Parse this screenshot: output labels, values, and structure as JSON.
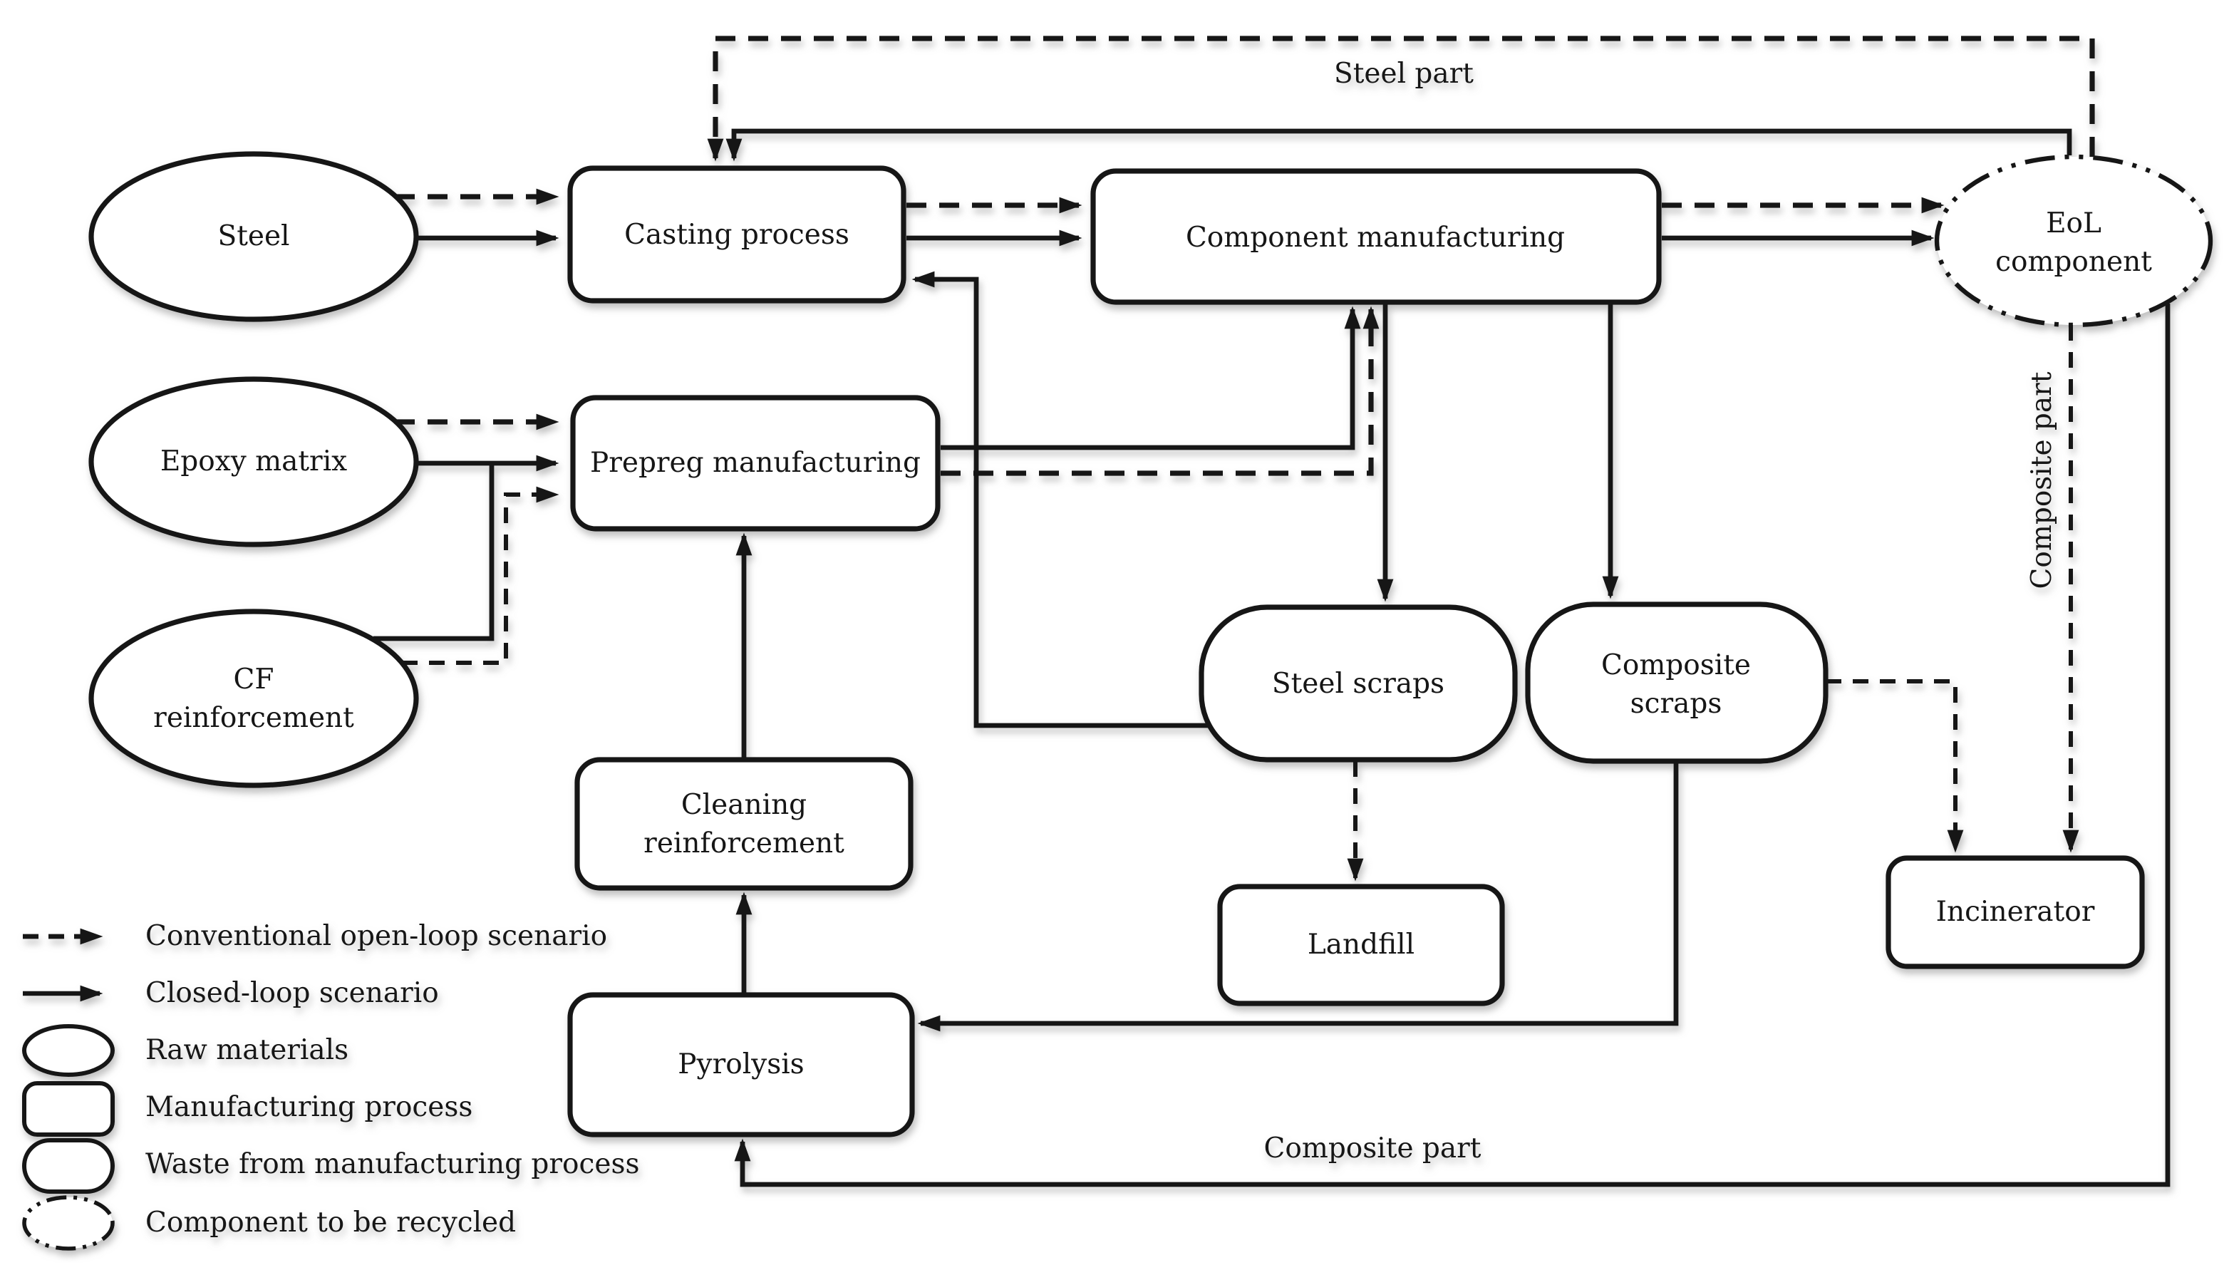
{
  "canvas": {
    "background": "#ffffff",
    "ink": "#151515"
  },
  "nodes": {
    "steel": {
      "label": "Steel"
    },
    "epoxy_matrix": {
      "label": "Epoxy matrix"
    },
    "cf_reinforcement": {
      "lines": [
        "CF",
        "reinforcement"
      ]
    },
    "casting": {
      "label": "Casting process"
    },
    "component_manufacturing": {
      "label": "Component manufacturing"
    },
    "eol_component": {
      "lines": [
        "EoL",
        "component"
      ]
    },
    "prepreg": {
      "label": "Prepreg manufacturing"
    },
    "steel_scraps": {
      "label": "Steel scraps"
    },
    "composite_scraps": {
      "lines": [
        "Composite",
        "scraps"
      ]
    },
    "cleaning": {
      "lines": [
        "Cleaning",
        "reinforcement"
      ]
    },
    "landfill": {
      "label": "Landfill"
    },
    "pyrolysis": {
      "label": "Pyrolysis"
    },
    "incinerator": {
      "label": "Incinerator"
    }
  },
  "edge_labels": {
    "steel_part": "Steel part",
    "composite_part_right": "Composite part",
    "composite_part_bottom": "Composite part"
  },
  "legend": {
    "items": [
      {
        "icon": "dashed-arrow",
        "label": "Conventional open-loop scenario"
      },
      {
        "icon": "solid-arrow",
        "label": "Closed-loop scenario"
      },
      {
        "icon": "ellipse",
        "label": "Raw materials"
      },
      {
        "icon": "rounded-rect",
        "label": "Manufacturing process"
      },
      {
        "icon": "stadium",
        "label": "Waste from manufacturing process"
      },
      {
        "icon": "dashdot-ellipse",
        "label": "Component to be recycled"
      }
    ]
  }
}
